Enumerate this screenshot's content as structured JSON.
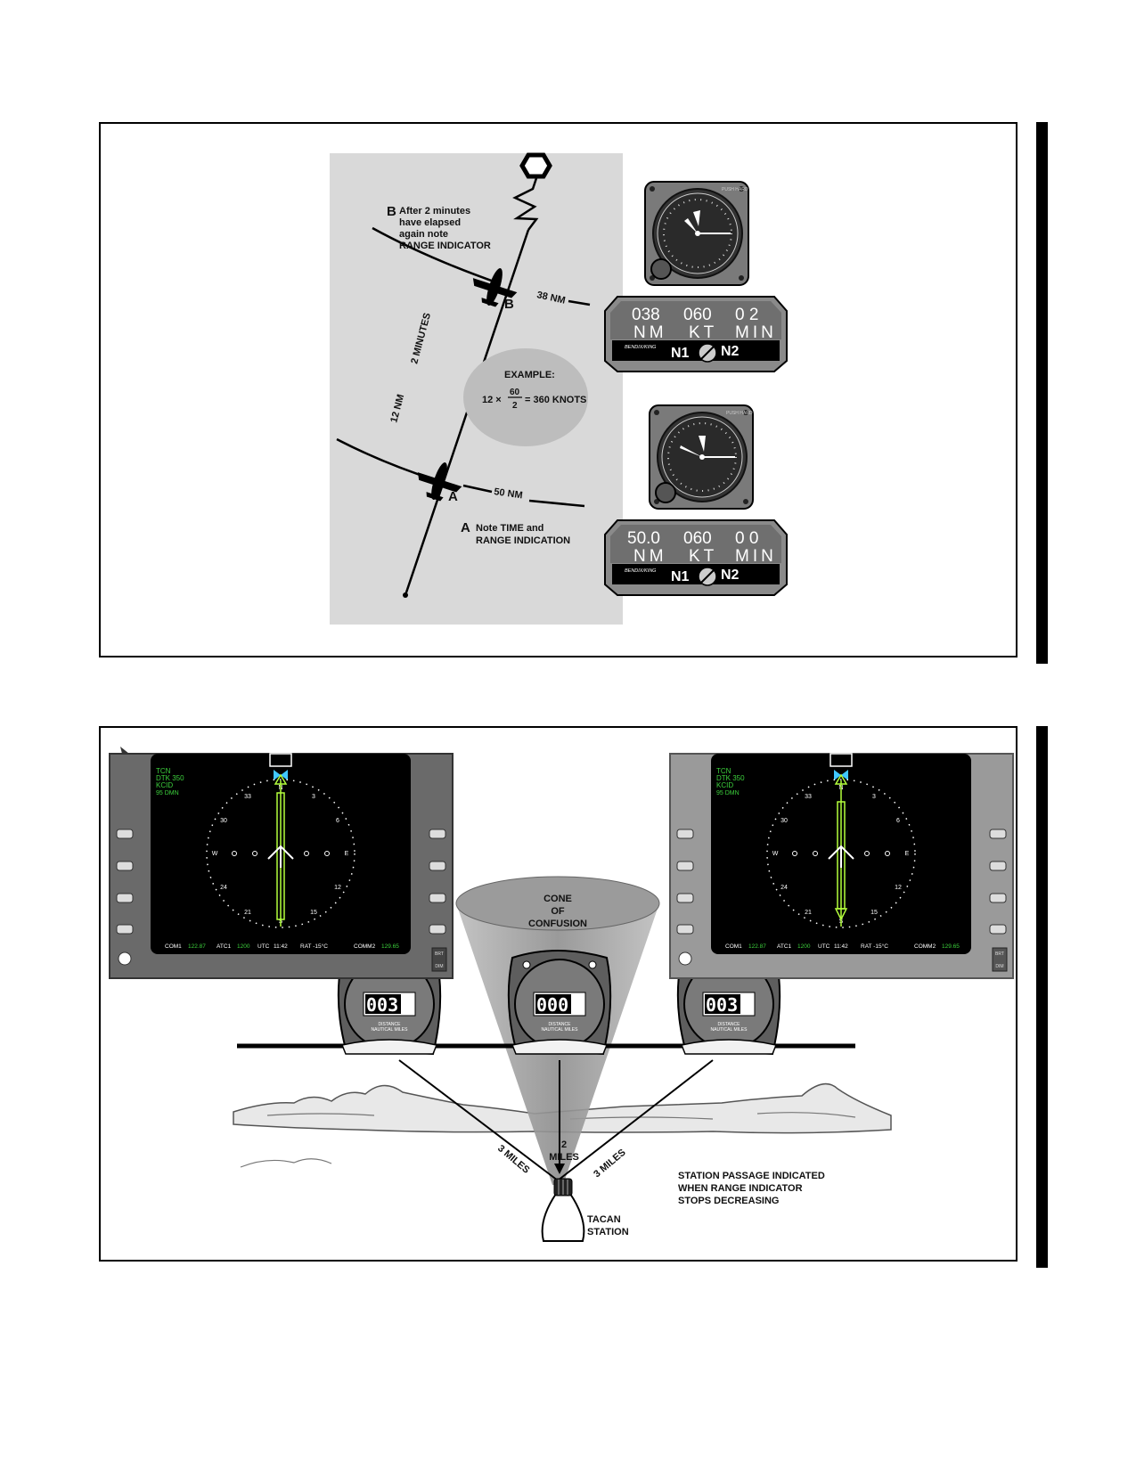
{
  "figure_top": {
    "label_b": {
      "letter": "B",
      "lines": [
        "After 2 minutes",
        "have elapsed",
        "again note",
        "RANGE INDICATOR"
      ]
    },
    "label_a": {
      "letter": "A",
      "lines": [
        "Note TIME and",
        "RANGE INDICATION"
      ]
    },
    "dist_b": "38 NM",
    "dist_a": "50 NM",
    "two_minutes": "2 MINUTES",
    "twelve_nm": "12 NM",
    "plane_b": "B",
    "plane_a": "A",
    "example": {
      "title": "EXAMPLE:",
      "lead": "12 ×",
      "num": "60",
      "den": "2",
      "result": "= 360 KNOTS"
    },
    "dme_upper": {
      "nm": "038",
      "kt": "060",
      "min": "0 2",
      "unit_nm": "NM",
      "unit_kt": "KT",
      "unit_min": "MIN",
      "brand": "BENDIX/KING",
      "n1": "N1",
      "n2": "N2"
    },
    "dme_lower": {
      "nm": "50.0",
      "kt": "060",
      "min": "0 0",
      "unit_nm": "NM",
      "unit_kt": "KT",
      "unit_min": "MIN",
      "brand": "BENDIX/KING",
      "n1": "N1",
      "n2": "N2"
    },
    "clock_brand": "PUSH HARD"
  },
  "figure_bottom": {
    "displays": {
      "header": [
        "TCN",
        "DTK 350",
        "KCID",
        "95 DMN"
      ],
      "footer": {
        "com1_label": "COM1",
        "com1": "122.87",
        "atc1_label": "ATC1",
        "atc1": "1200",
        "utc_label": "UTC",
        "utc": "11:42",
        "rat": "RAT -15°C",
        "comm2_label": "COMM2",
        "comm2": "129.65"
      },
      "compass": [
        "N",
        "3",
        "6",
        "E",
        "12",
        "15",
        "S",
        "21",
        "24",
        "W",
        "30",
        "33"
      ],
      "brt": "BRT",
      "dim": "DIM"
    },
    "indicators": [
      {
        "value": "003",
        "l1": "DISTANCE",
        "l2": "NAUTICAL MILES"
      },
      {
        "value": "000",
        "l1": "DISTANCE",
        "l2": "NAUTICAL MILES"
      },
      {
        "value": "003",
        "l1": "DISTANCE",
        "l2": "NAUTICAL MILES"
      }
    ],
    "cone_label": [
      "CONE",
      "OF",
      "CONFUSION"
    ],
    "three_miles_left": "3 MILES",
    "three_miles_right": "3 MILES",
    "two_miles": [
      "2",
      "MILES"
    ],
    "station_passage": [
      "STATION PASSAGE INDICATED",
      "WHEN RANGE INDICATOR",
      "STOPS DECREASING"
    ],
    "tacan": [
      "TACAN",
      "STATION"
    ]
  }
}
